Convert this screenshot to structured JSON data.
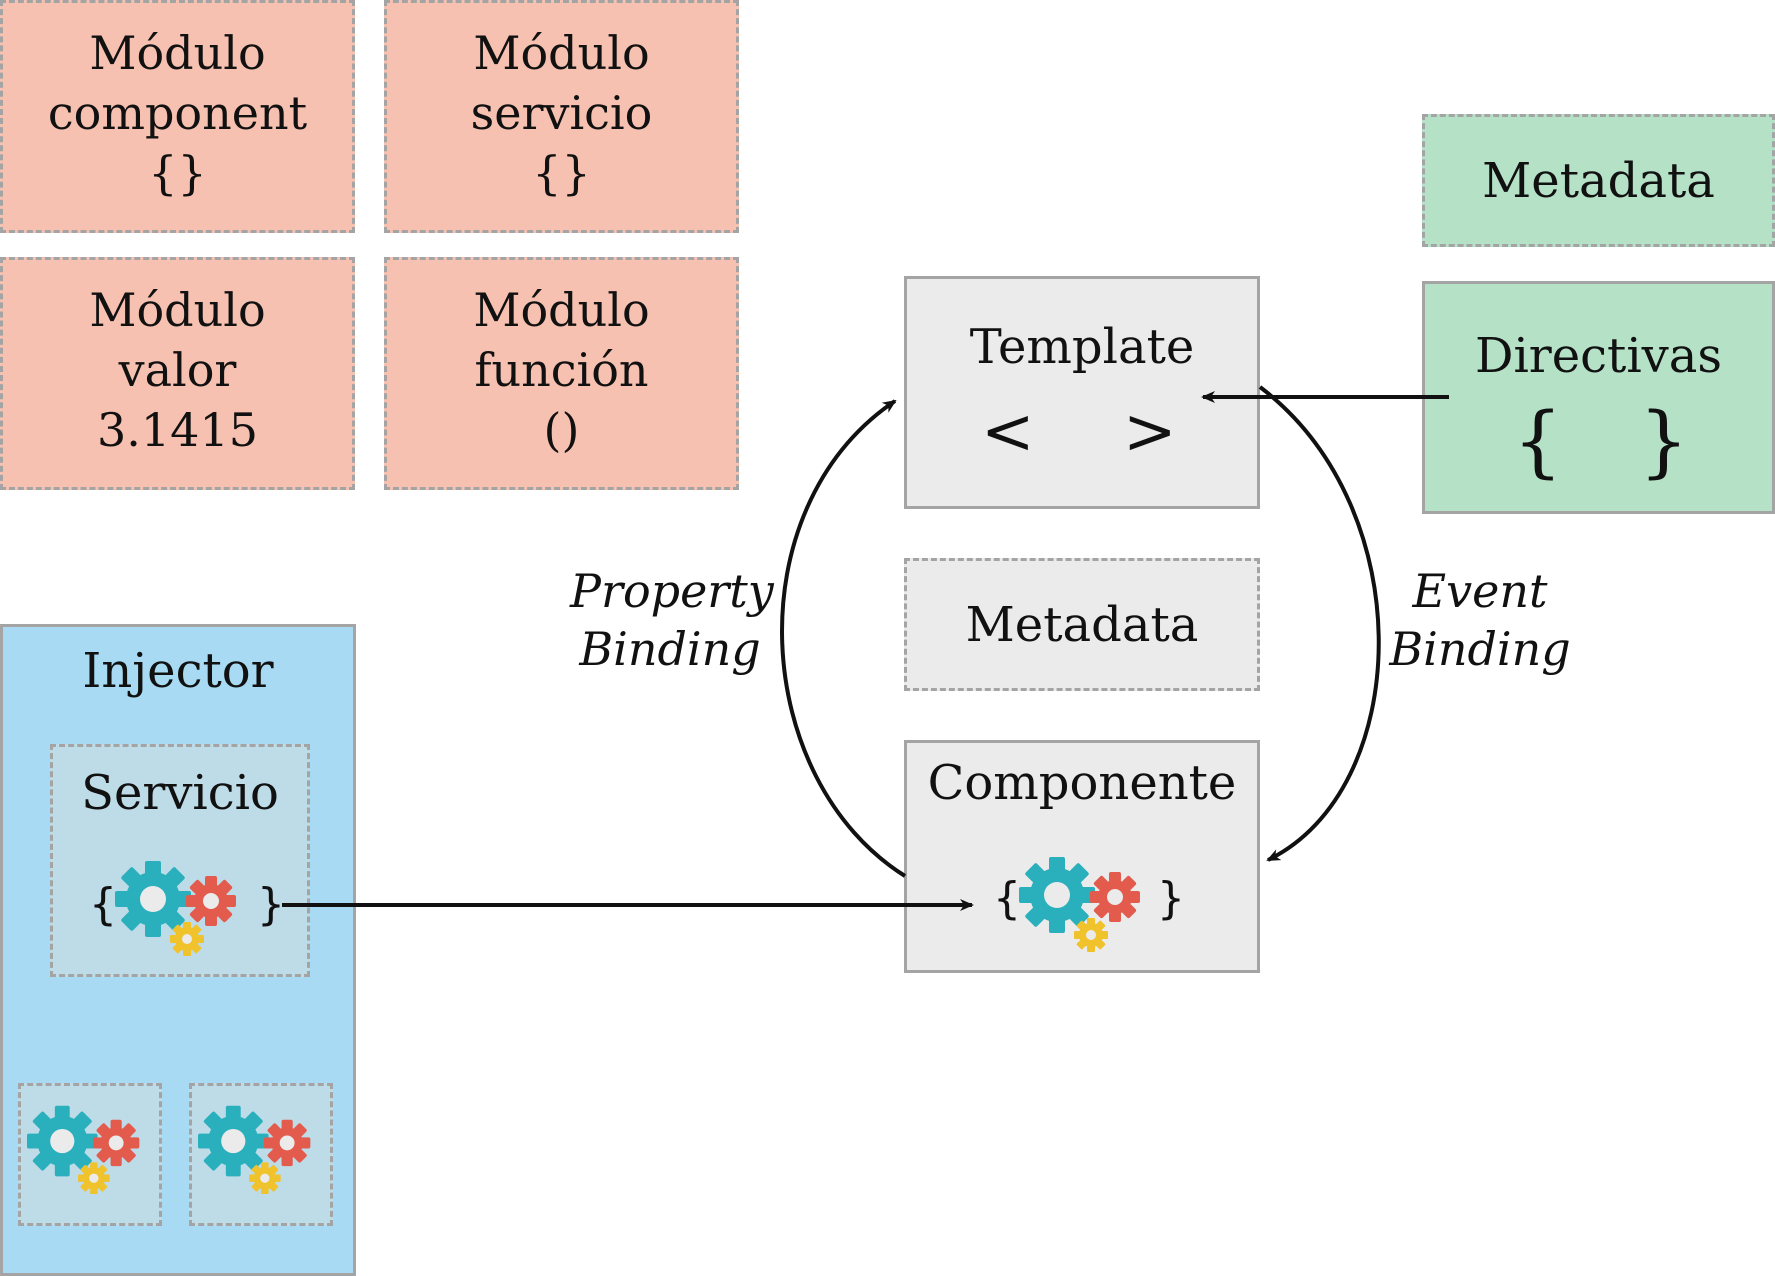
{
  "modules": [
    {
      "line1": "Módulo",
      "line2": "component",
      "line3": "{}"
    },
    {
      "line1": "Módulo",
      "line2": "servicio",
      "line3": "{}"
    },
    {
      "line1": "Módulo",
      "line2": "valor",
      "line3": "3.1415"
    },
    {
      "line1": "Módulo",
      "line2": "función",
      "line3": "()"
    }
  ],
  "metadata_top": "Metadata",
  "directivas": {
    "title": "Directivas",
    "open": "{",
    "close": "}"
  },
  "template": {
    "title": "Template",
    "open": "<",
    "close": ">"
  },
  "metadata_mid": "Metadata",
  "componente": {
    "title": "Componente",
    "open": "{",
    "close": "}"
  },
  "property_binding": {
    "line1": "Property",
    "line2": "Binding"
  },
  "event_binding": {
    "line1": "Event",
    "line2": "Binding"
  },
  "injector": {
    "title": "Injector"
  },
  "servicio": {
    "title": "Servicio",
    "open": "{",
    "close": "}"
  },
  "colors": {
    "module_fill": "#f6c1b0",
    "directive_fill": "#b5e1c7",
    "component_fill": "#ebebeb",
    "injector_fill": "#a8dbf3",
    "gear_teal": "#2ab0bd",
    "gear_red": "#e35b4c",
    "gear_yellow": "#f0c22c"
  }
}
